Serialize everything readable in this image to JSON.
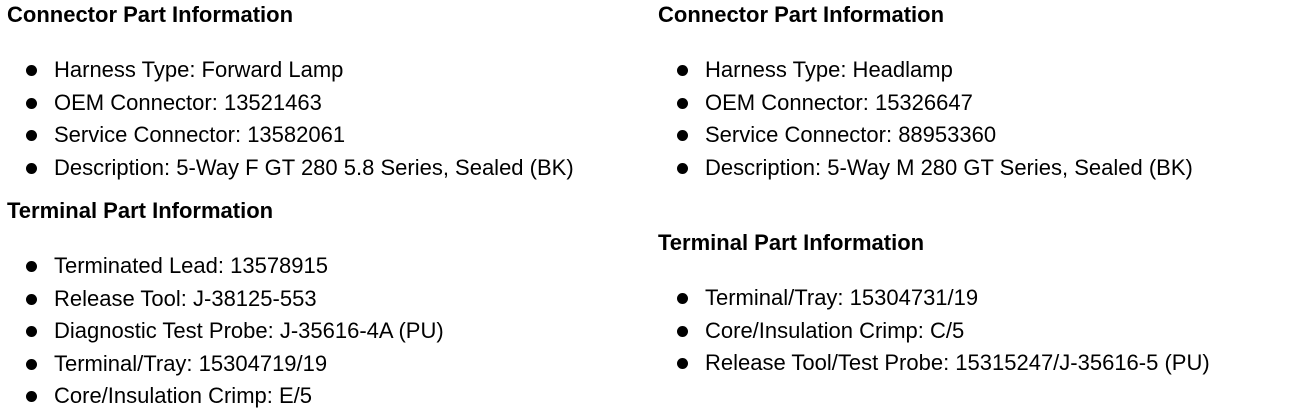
{
  "left": {
    "connector": {
      "heading": "Connector Part Information",
      "items": [
        "Harness Type: Forward Lamp",
        "OEM Connector: 13521463",
        "Service Connector: 13582061",
        "Description: 5-Way F GT 280 5.8 Series, Sealed (BK)"
      ]
    },
    "terminal": {
      "heading": "Terminal Part Information",
      "items": [
        "Terminated Lead: 13578915",
        "Release Tool: J-38125-553",
        "Diagnostic Test Probe: J-35616-4A (PU)",
        "Terminal/Tray: 15304719/19",
        "Core/Insulation Crimp: E/5"
      ]
    }
  },
  "right": {
    "connector": {
      "heading": "Connector Part Information",
      "items": [
        "Harness Type: Headlamp",
        "OEM Connector: 15326647",
        "Service Connector: 88953360",
        "Description: 5-Way M 280 GT Series, Sealed (BK)"
      ]
    },
    "terminal": {
      "heading": "Terminal Part Information",
      "items": [
        "Terminal/Tray: 15304731/19",
        "Core/Insulation Crimp: C/5",
        "Release Tool/Test Probe: 15315247/J-35616-5 (PU)"
      ]
    }
  }
}
